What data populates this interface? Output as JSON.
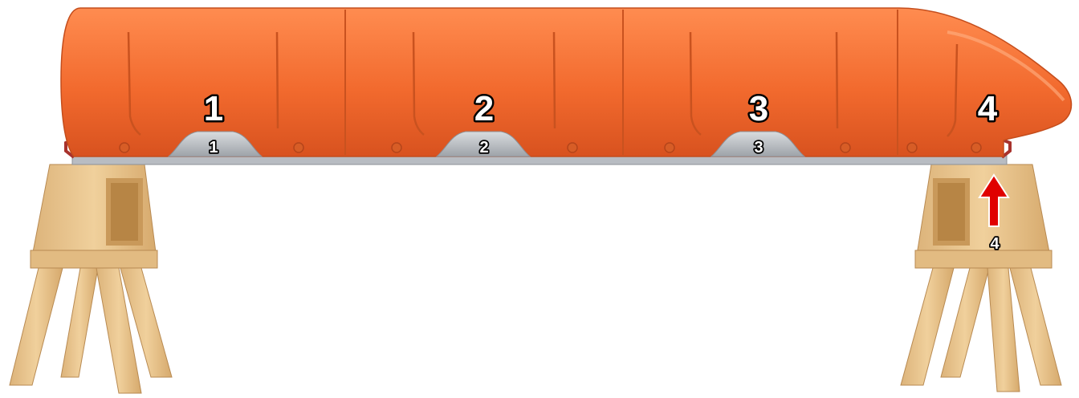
{
  "colors": {
    "body_orange": "#f26a2e",
    "body_orange_light": "#ff8a4a",
    "body_orange_dark": "#c9471a",
    "rail_gray": "#b8bcc2",
    "wood": "#e7c28c",
    "wood_dark": "#c99a5c",
    "arrow_red": "#e00000",
    "bracket_red": "#a8322c"
  },
  "segments": [
    {
      "label": "1",
      "sub_label": "1"
    },
    {
      "label": "2",
      "sub_label": "2"
    },
    {
      "label": "3",
      "sub_label": "3"
    },
    {
      "label": "4",
      "sub_label": "4"
    }
  ],
  "arrow": {
    "icon": "up-arrow-icon",
    "color": "#e00000"
  }
}
